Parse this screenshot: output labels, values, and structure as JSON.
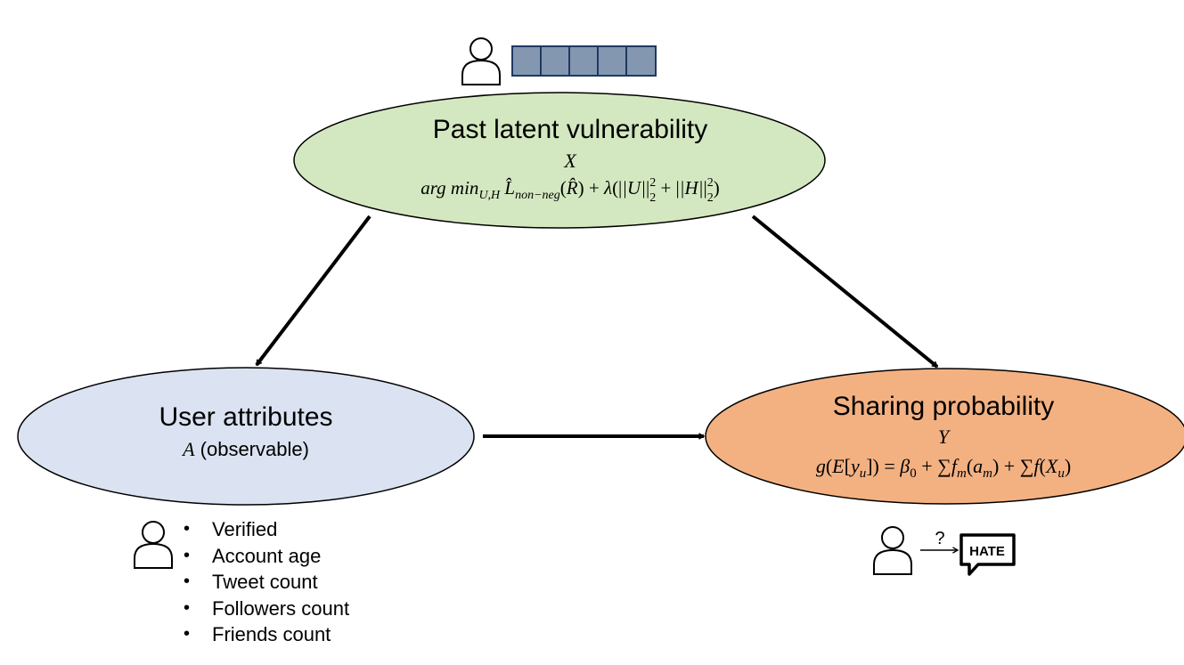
{
  "nodes": {
    "past": {
      "title": "Past latent vulnerability",
      "variable": "X",
      "formula": "arg min_{U,H} L̂_{non-neg}(R̂) + λ(||U||²₂ + ||H||²₂)",
      "fill": "#d3e8c0"
    },
    "user": {
      "title": "User attributes",
      "variable": "A",
      "variable_note": "(observable)",
      "fill": "#dbe3f2",
      "attributes": [
        "Verified",
        "Account age",
        "Tweet count",
        "Followers count",
        "Friends count"
      ]
    },
    "sharing": {
      "title": "Sharing probability",
      "variable": "Y",
      "formula": "g(E[y_u]) = β_0 + ∑f_m(a_m) + ∑f(X_u)",
      "fill": "#f3b182"
    }
  },
  "icons": {
    "vector_cells": 5,
    "vector_color": "#8497b0",
    "question_mark": "?",
    "hate_label": "HATE"
  },
  "edge_color": "#000000",
  "outline_color": "#000000"
}
